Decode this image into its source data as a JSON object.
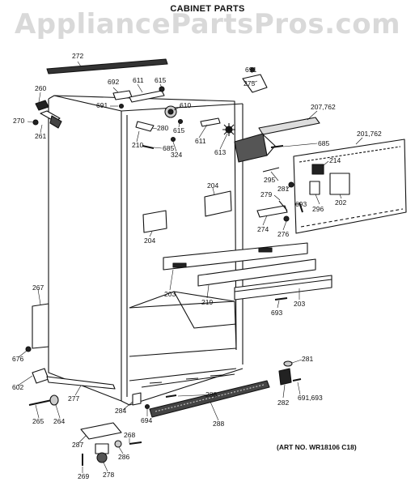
{
  "watermark": "AppliancePartsPros.com",
  "title": "CABINET PARTS",
  "art_no": "(ART NO. WR18106 C18)",
  "labels": [
    "272",
    "691",
    "275",
    "692",
    "611",
    "615",
    "260",
    "691",
    "610",
    "207,762",
    "270",
    "261",
    "280",
    "615",
    "611",
    "210",
    "613",
    "685",
    "685",
    "201,762",
    "324",
    "214",
    "295",
    "204",
    "281",
    "693",
    "279",
    "202",
    "296",
    "274",
    "276",
    "204",
    "267",
    "203",
    "219",
    "203",
    "693",
    "676",
    "281",
    "602",
    "277",
    "288",
    "282",
    "691,693",
    "284",
    "694",
    "265",
    "264",
    "288",
    "287",
    "268",
    "286",
    "269",
    "278"
  ]
}
